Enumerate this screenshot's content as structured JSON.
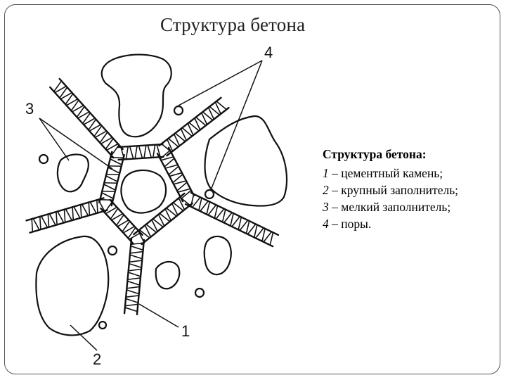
{
  "title": "Структура бетона",
  "legend": {
    "heading": "Структура бетона:",
    "items": [
      {
        "number": "1",
        "text": " – цементный камень;"
      },
      {
        "number": "2",
        "text": " – крупный заполнитель;"
      },
      {
        "number": "3",
        "text": " – мелкий заполнитель;"
      },
      {
        "number": "4",
        "text": " – поры."
      }
    ]
  },
  "callouts": [
    "1",
    "2",
    "3",
    "4"
  ],
  "colors": {
    "ink": "#111111",
    "frame": "#555555",
    "background": "#ffffff"
  }
}
